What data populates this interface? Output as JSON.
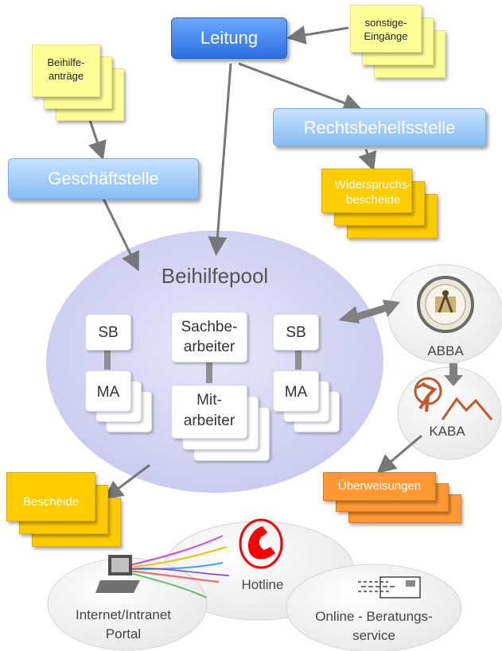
{
  "diagram": {
    "leitung": "Leitung",
    "sonstige_eingaenge": "sonstige-\nEingänge",
    "beihilfe_antraege": "Beihilfe-\nanträge",
    "rechtsbehelfsstelle": "Rechtsbehelfsstelle",
    "geschaeftstelle": "Geschäftstelle",
    "widerspruchsbescheide": "Widerspruchs-\nbescheide",
    "beihilfepool": "Beihilfepool",
    "sb_left": "SB",
    "sachbearbeiter": "Sachbe-\narbeiter",
    "sb_right": "SB",
    "ma_left": "MA",
    "mitarbeiter": "Mit-\narbeiter",
    "ma_right": "MA",
    "abba": "ABBA",
    "kaba": "KABA",
    "ueberweisungen": "Überweisungen",
    "bescheide": "Bescheide",
    "hotline": "Hotline",
    "portal": "Internet/Intranet\nPortal",
    "beratung": "Online - Beratungs-\nservice"
  },
  "colors": {
    "pool": "#d9d9f5",
    "dark_box": "#2d6fe0",
    "light_box": "#86bdf3",
    "yellow_note": "#ffff99",
    "gold_note": "#ffcc00",
    "orange_note": "#ff9933",
    "hotline_red": "#ff0000"
  }
}
